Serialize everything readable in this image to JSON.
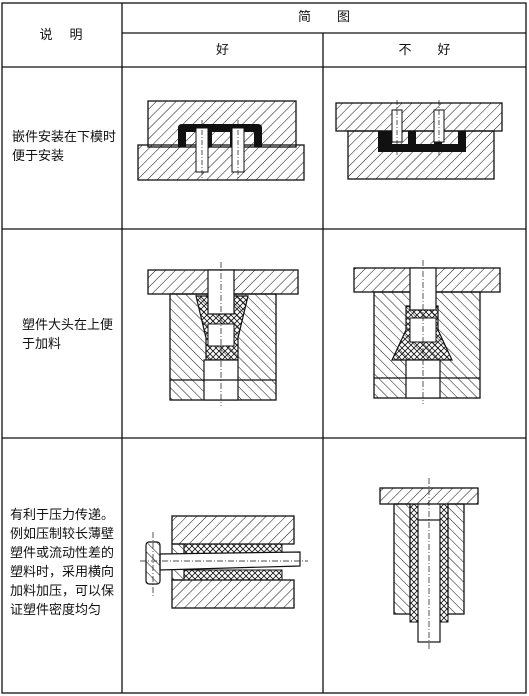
{
  "table": {
    "col_description": "说　明",
    "col_diagrams": "简　　图",
    "col_good": "好",
    "col_bad": "不　　好",
    "rows": [
      {
        "description": "嵌件安装在下模时便于安装"
      },
      {
        "description": "塑件大头在上便于加料"
      },
      {
        "description": "有利于压力传递。例如压制较长薄壁塑件或流动性差的塑料时，采用横向加料加压，可以保证塑件密度均匀"
      }
    ]
  }
}
